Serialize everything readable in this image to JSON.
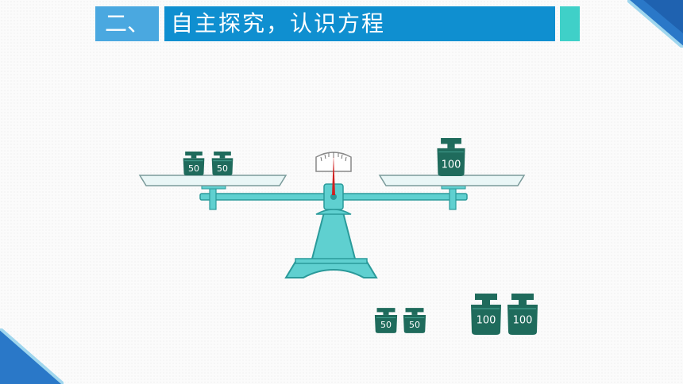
{
  "header": {
    "section_number": "二、",
    "title": "自主探究，认识方程"
  },
  "weights": {
    "left_pan": [
      "50",
      "50"
    ],
    "right_pan": [
      "100"
    ],
    "loose_small": [
      "50",
      "50"
    ],
    "loose_large": [
      "100",
      "100"
    ]
  },
  "colors": {
    "header_blue": "#0f8fd0",
    "header_light_blue": "#4aa8e0",
    "accent_teal": "#3fd0c8",
    "scale_teal": "#5fd0d0",
    "weight_green": "#1f6b5c"
  }
}
